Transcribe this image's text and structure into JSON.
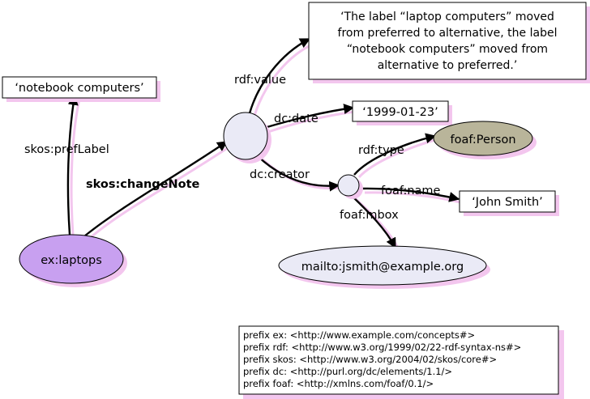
{
  "nodes": {
    "laptops": {
      "label": "ex:laptops",
      "fill": "#c8a0f0"
    },
    "change_note": {
      "label": "",
      "fill": "#eaeaf6"
    },
    "creator": {
      "label": "",
      "fill": "#eaeaf6"
    },
    "person": {
      "label": "foaf:Person",
      "fill": "#b9b59a"
    },
    "mbox": {
      "label": "mailto:jsmith@example.org",
      "fill": "#eaeaf6"
    },
    "pref_label": {
      "label": "‘notebook computers’"
    },
    "note_value": {
      "lines": [
        "‘The label “laptop computers” moved",
        "from preferred to alternative, the label",
        "“notebook computers” moved from",
        "alternative to preferred.’"
      ]
    },
    "date": {
      "label": "‘1999-01-23’"
    },
    "name": {
      "label": "‘John Smith’"
    }
  },
  "edges": {
    "pref_label": "skos:prefLabel",
    "change_note": "skos:changeNote",
    "value": "rdf:value",
    "date": "dc:date",
    "creator": "dc:creator",
    "type": "rdf:type",
    "name": "foaf:name",
    "mbox": "foaf:mbox"
  },
  "prefixes": [
    "prefix ex: <http://www.example.com/concepts#>",
    "prefix rdf: <http://www.w3.org/1999/02/22-rdf-syntax-ns#>",
    "prefix skos: <http://www.w3.org/2004/02/skos/core#>",
    "prefix dc: <http://purl.org/dc/elements/1.1/>",
    "prefix foaf: <http://xmlns.com/foaf/0.1/>"
  ],
  "colors": {
    "shadow": "#f3c6ee",
    "stroke": "#000000"
  }
}
